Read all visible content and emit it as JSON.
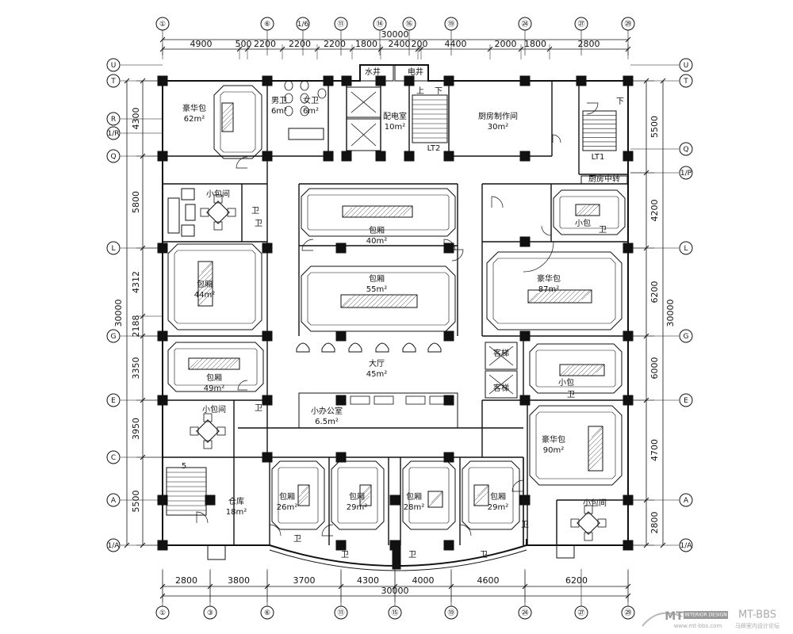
{
  "axes": {
    "top_labels": [
      "①",
      "⑥",
      "1/6",
      "⑪",
      "⑭",
      "⑯",
      "⑲",
      "㉔",
      "㉗",
      "㉙"
    ],
    "bottom_labels": [
      "①",
      "③",
      "⑥",
      "⑪",
      "⑮",
      "⑲",
      "㉔",
      "㉗",
      "㉙"
    ],
    "left_labels": [
      "U",
      "T",
      "R",
      "1/R",
      "Q",
      "L",
      "G",
      "E",
      "C",
      "A",
      "1/A"
    ],
    "right_labels": [
      "U",
      "T",
      "Q",
      "1/P",
      "L",
      "G",
      "E",
      "A",
      "1/A"
    ]
  },
  "dimensions": {
    "top_total": "30000",
    "top_segments": [
      "4900",
      "500",
      "2200",
      "2200",
      "2200",
      "1800",
      "2400",
      "200",
      "4400",
      "2000",
      "1800",
      "2800"
    ],
    "bottom_total": "30000",
    "bottom_segments": [
      "2800",
      "3800",
      "3700",
      "4300",
      "4000",
      "4600",
      "6200"
    ],
    "left_total": "30000",
    "left_segments": [
      "4300",
      "5800",
      "4312",
      "2188",
      "3350",
      "3950",
      "5500"
    ],
    "right_total": "30000",
    "right_segments": [
      "5500",
      "4200",
      "6200",
      "6000",
      "4700",
      "2800"
    ]
  },
  "rooms": [
    {
      "id": "r1",
      "name": "豪华包",
      "area": "62m²"
    },
    {
      "id": "r2",
      "name": "男卫",
      "area": "6m²"
    },
    {
      "id": "r3",
      "name": "女卫",
      "area": "6m²"
    },
    {
      "id": "r4",
      "name": "配电室",
      "area": "10m²"
    },
    {
      "id": "r5",
      "name": "厨房制作间",
      "area": "30m²"
    },
    {
      "id": "r6",
      "name": "小包间",
      "area": ""
    },
    {
      "id": "r7",
      "name": "包厢",
      "area": "40m²"
    },
    {
      "id": "r8",
      "name": "包厢",
      "area": "44m²"
    },
    {
      "id": "r9",
      "name": "包厢",
      "area": "55m²"
    },
    {
      "id": "r10",
      "name": "小包",
      "area": ""
    },
    {
      "id": "r11",
      "name": "豪华包",
      "area": "87m²"
    },
    {
      "id": "r12",
      "name": "包厢",
      "area": "49m²"
    },
    {
      "id": "r13",
      "name": "大厅",
      "area": "45m²"
    },
    {
      "id": "r14",
      "name": "小包",
      "area": ""
    },
    {
      "id": "r15",
      "name": "小包间",
      "area": ""
    },
    {
      "id": "r16",
      "name": "小办公室",
      "area": "6.5m²"
    },
    {
      "id": "r17",
      "name": "豪华包",
      "area": "90m²"
    },
    {
      "id": "r18",
      "name": "仓库",
      "area": "18m²"
    },
    {
      "id": "r19",
      "name": "包厢",
      "area": "26m²"
    },
    {
      "id": "r20",
      "name": "包厢",
      "area": "29m²"
    },
    {
      "id": "r21",
      "name": "包厢",
      "area": "28m²"
    },
    {
      "id": "r22",
      "name": "包厢",
      "area": "29m²"
    },
    {
      "id": "r23",
      "name": "小包间",
      "area": ""
    }
  ],
  "labels": {
    "water_well": "水井",
    "elec_well": "电井",
    "stair_up": "上",
    "stair_down": "下",
    "stair_down_2": "下",
    "lt2": "LT2",
    "lt1": "LT1",
    "kitchen_transfer": "厨房中转",
    "male_wc": "男卫",
    "female_wc": "女卫",
    "wc_label_1": "卫",
    "wc_label_2": "卫",
    "wc_label_3": "卫",
    "wc_label_4": "卫",
    "wc_label_5": "卫",
    "wc_label_6": "卫",
    "wc_label_7": "卫",
    "wc_label_8": "卫",
    "wc_label_9": "卫",
    "wc_label_10": "卫",
    "stair_small": "5",
    "lift_1": "客梯",
    "lift_2": "客梯"
  },
  "watermark": {
    "brand": "MT",
    "tag": "INTERIOR DESIGN",
    "site": "MT-BBS",
    "url": "www.mt-bbs.com",
    "cn": "马蹄室内设计论坛"
  },
  "colors": {
    "line": "#111111",
    "column": "#111111",
    "bg": "#ffffff"
  }
}
